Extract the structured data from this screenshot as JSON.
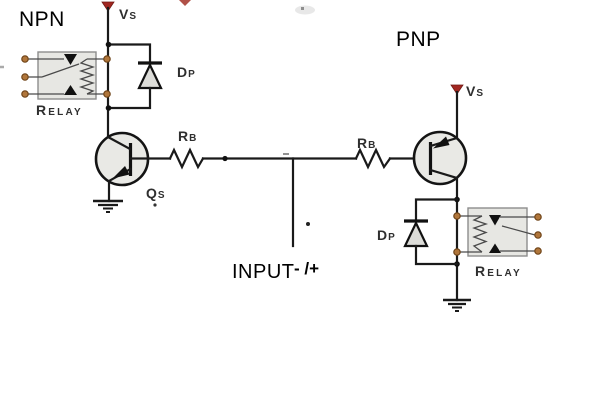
{
  "diagram": {
    "left_circuit": {
      "type_label": "NPN",
      "supply_label": "Vs",
      "relay_label": "Relay",
      "diode_label": "Dp",
      "resistor_label": "Rb",
      "transistor_label": "Qs"
    },
    "right_circuit": {
      "type_label": "PNP",
      "supply_label": "Vs",
      "relay_label": "Relay",
      "diode_label": "Dp",
      "resistor_label": "Rb"
    },
    "input": {
      "label": "INPUT",
      "polarity": "- /+"
    },
    "colors": {
      "wire": "#1a1a1a",
      "component_fill": "#e9e9e5",
      "relay_fill": "#e7e7e3",
      "relay_border": "#8d8d8d",
      "terminal_dot": "#b0763b",
      "terminal_dot_outline": "#6f4418",
      "supply_terminal": "#a22721",
      "label_color": "#2f2f2f"
    }
  }
}
